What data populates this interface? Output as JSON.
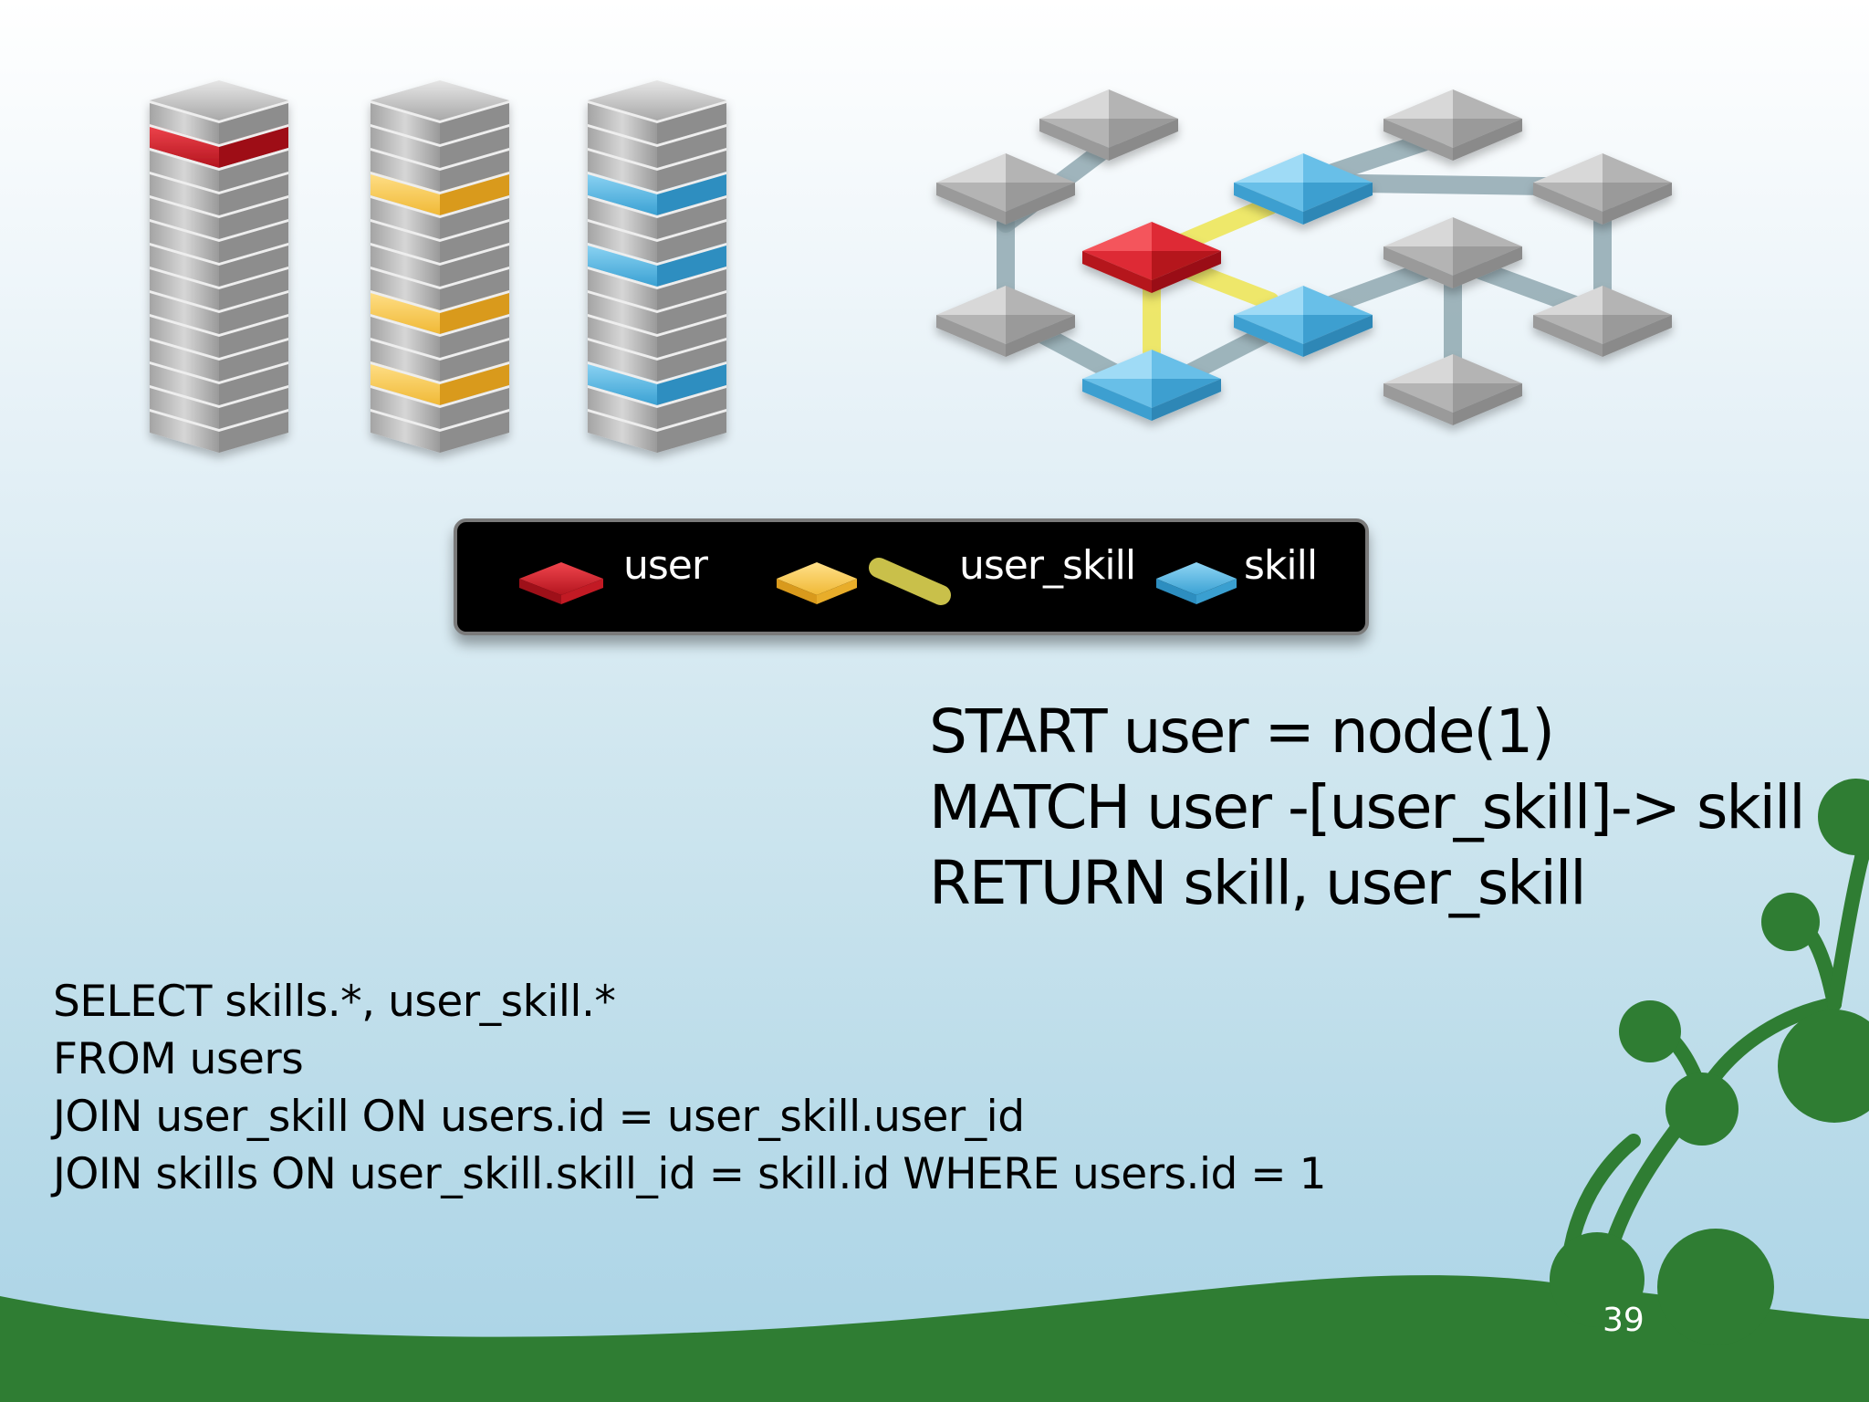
{
  "legend": {
    "user_label": "user",
    "user_skill_label": "user_skill",
    "skill_label": "skill"
  },
  "cypher": {
    "line1": "START user = node(1)",
    "line2": "MATCH user -[user_skill]-> skill",
    "line3": "RETURN skill, user_skill"
  },
  "sql": {
    "line1": "SELECT skills.*, user_skill.*",
    "line2": "FROM users",
    "line3": "JOIN user_skill ON users.id = user_skill.user_id",
    "line4": "JOIN skills ON user_skill.skill_id = skill.id WHERE users.id = 1"
  },
  "page_number": "39",
  "colors": {
    "user": "#d9242f",
    "user_skill": "#f7cf4f",
    "skill": "#5ab8e6",
    "node_gray": "#c3c3c3",
    "edge": "#8fa8b0",
    "edge_highlight": "#ede65a",
    "vine": "#2f7d33"
  },
  "icons": [
    "table-stack-icon",
    "graph-node-icon",
    "vine-decoration"
  ]
}
